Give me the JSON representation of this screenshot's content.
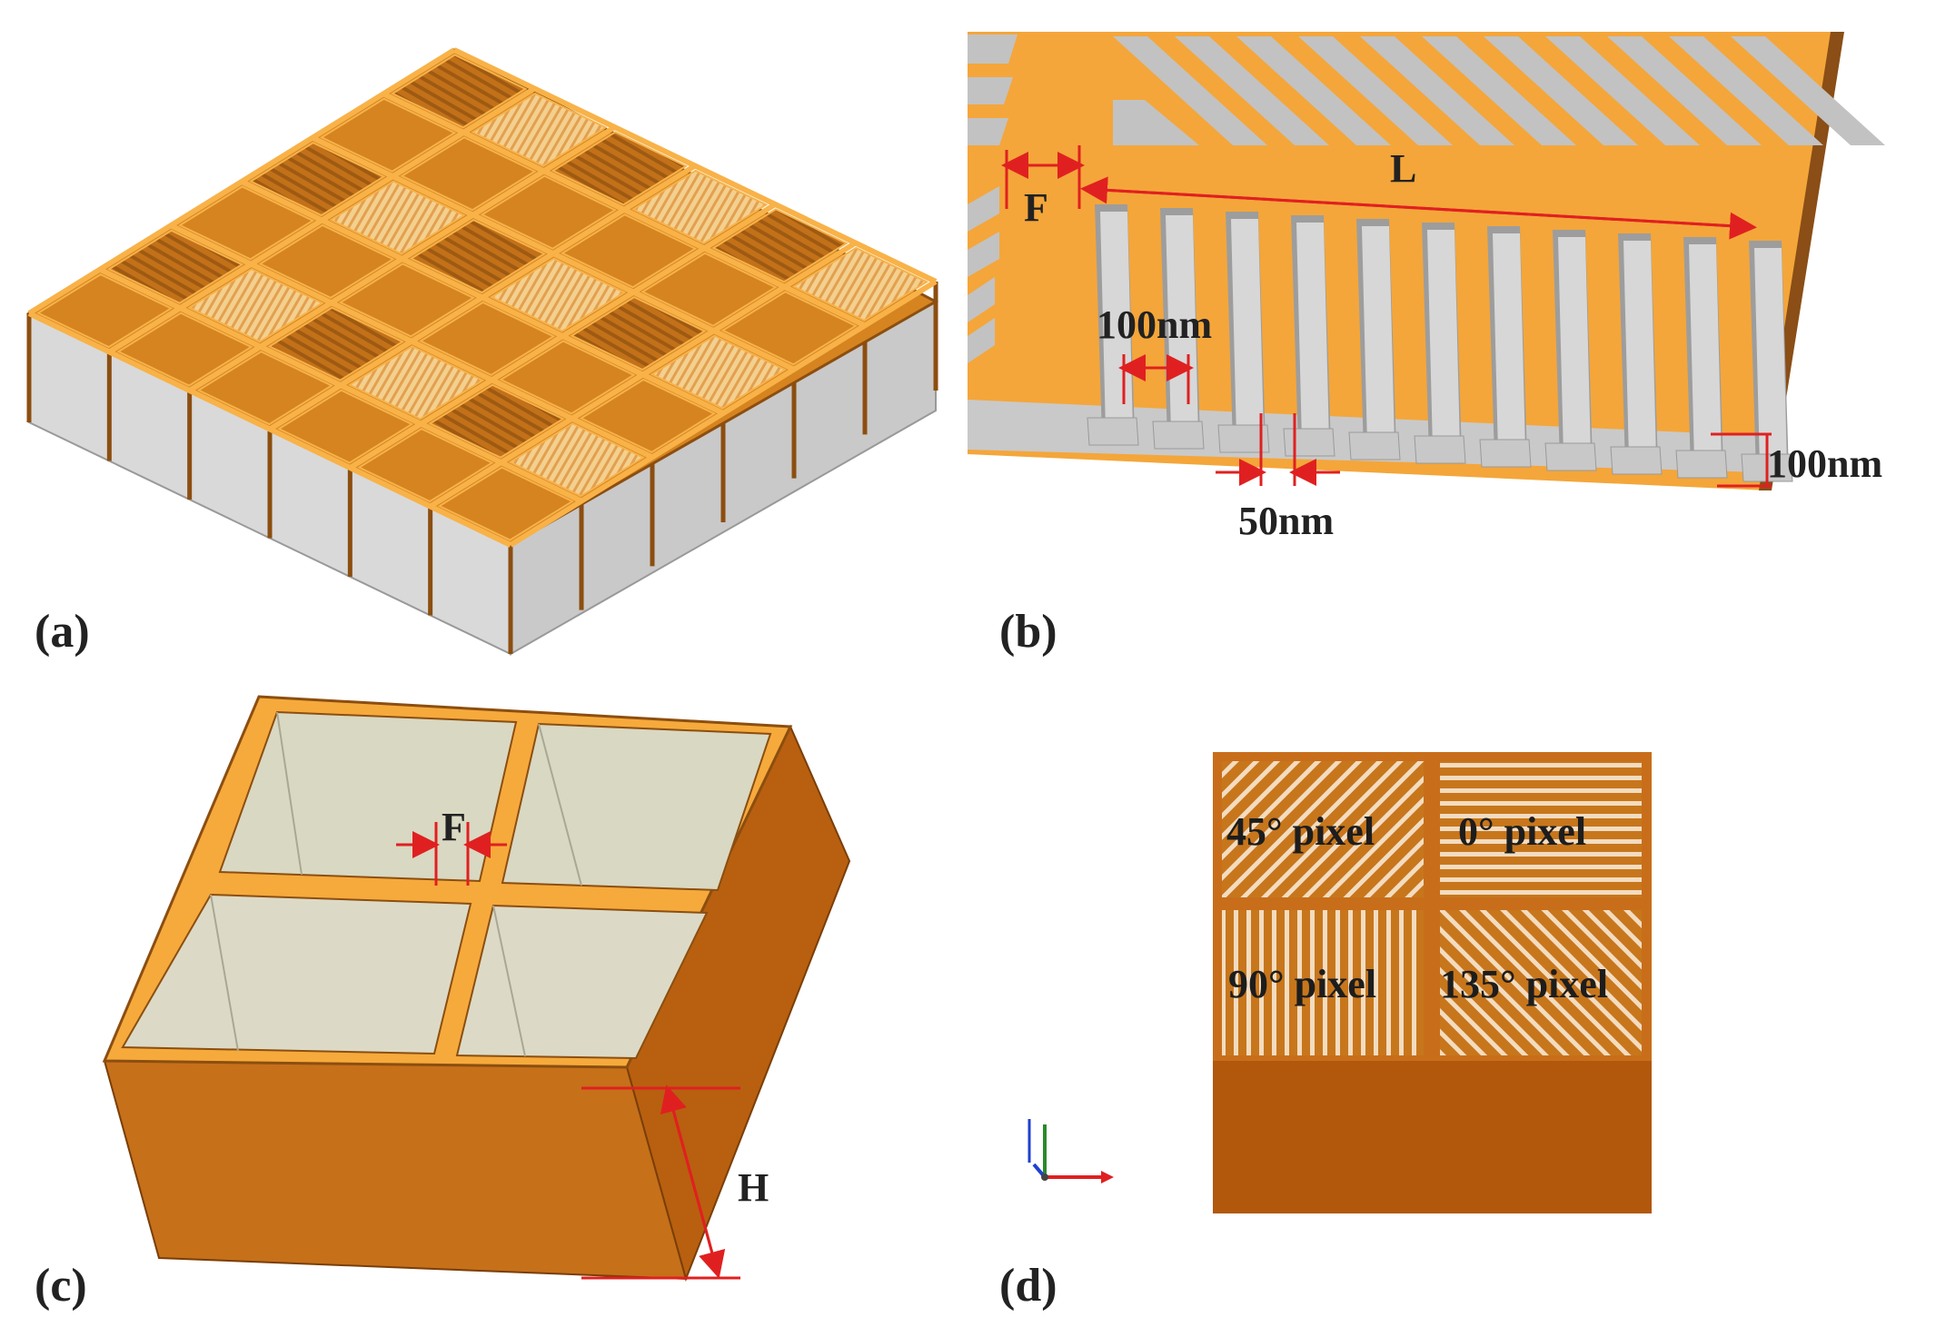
{
  "panels": {
    "a": {
      "label": "(a)"
    },
    "b": {
      "label": "(b)",
      "dimensions": {
        "f": "F",
        "l": "L",
        "width_top": "100nm",
        "gap": "50nm",
        "height": "100nm"
      }
    },
    "c": {
      "label": "(c)",
      "dimensions": {
        "f": "F",
        "h": "H"
      }
    },
    "d": {
      "label": "(d)",
      "pixels": [
        "45° pixel",
        "0° pixel",
        "90° pixel",
        "135° pixel"
      ]
    }
  },
  "colors": {
    "gold": "#f2a53a",
    "gold_light": "#f7c074",
    "bronze": "#c7761c",
    "bronze_dark": "#a95710",
    "steel": "#b9b9b9",
    "cell_pale": "#dcdcc6",
    "annotation_red": "#e02020"
  }
}
